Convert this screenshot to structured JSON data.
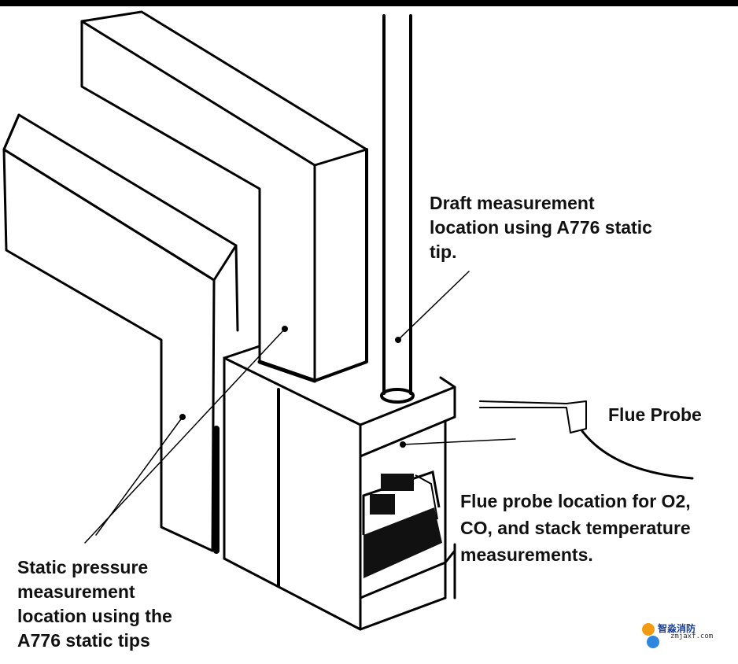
{
  "labels": {
    "draft": "Draft measurement\nlocation using A776 static\ntip.",
    "flue_probe": "Flue Probe",
    "flue_location": "Flue probe location for O2,\nCO, and stack temperature\nmeasurements.",
    "static": "Static pressure\nmeasurement\nlocation using the\nA776 static tips"
  },
  "watermark": {
    "name": "智淼消防",
    "url": "zmjaxf.com"
  }
}
